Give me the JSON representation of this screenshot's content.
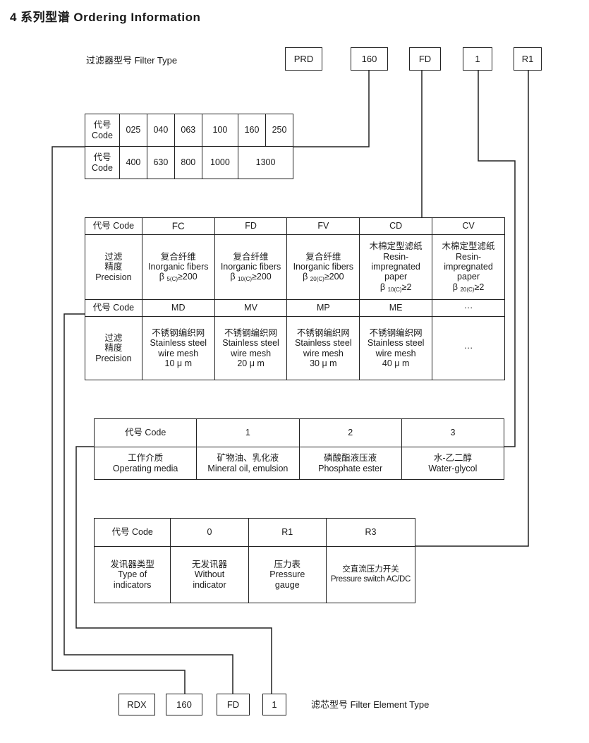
{
  "title": "4 系列型谱 Ordering Information",
  "filter_type_label": "过滤器型号 Filter Type",
  "filter_type_codes": [
    "PRD",
    "160",
    "FD",
    "1",
    "R1"
  ],
  "size_table": {
    "row1_header": [
      "代号",
      "Code"
    ],
    "row1": [
      "025",
      "040",
      "063",
      "100",
      "160",
      "250"
    ],
    "row2_header": [
      "代号",
      "Code"
    ],
    "row2": [
      "400",
      "630",
      "800",
      "1000",
      "1300"
    ]
  },
  "precision_table": {
    "code_header": "代号 Code",
    "precision_header": [
      "过滤",
      "精度",
      "Precision"
    ],
    "row1_codes": [
      "FC",
      "FD",
      "FV",
      "CD",
      "CV"
    ],
    "row1_desc": [
      {
        "cn": "复合纤维",
        "en": "Inorganic fibers",
        "beta": "β",
        "sub": "5(C)",
        "val": "≥200"
      },
      {
        "cn": "复合纤维",
        "en": "Inorganic fibers",
        "beta": "β",
        "sub": "10(C)",
        "val": "≥200"
      },
      {
        "cn": "复合纤维",
        "en": "Inorganic fibers",
        "beta": "β",
        "sub": "20(C)",
        "val": "≥200"
      },
      {
        "cn": "木棉定型滤纸",
        "en": "Resin-",
        "en2": "impregnated",
        "en3": "paper",
        "beta": "β",
        "sub": "10(C)",
        "val": "≥2"
      },
      {
        "cn": "木棉定型滤纸",
        "en": "Resin-",
        "en2": "impregnated",
        "en3": "paper",
        "beta": "β",
        "sub": "20(C)",
        "val": "≥2"
      }
    ],
    "row2_codes": [
      "MD",
      "MV",
      "MP",
      "ME",
      "···"
    ],
    "row2_desc": [
      {
        "cn": "不锈钢编织网",
        "en": "Stainless steel",
        "en2": "wire mesh",
        "val": "10 μ m"
      },
      {
        "cn": "不锈钢编织网",
        "en": "Stainless steel",
        "en2": "wire mesh",
        "val": "20 μ m"
      },
      {
        "cn": "不锈钢编织网",
        "en": "Stainless steel",
        "en2": "wire mesh",
        "val": "30 μ m"
      },
      {
        "cn": "不锈钢编织网",
        "en": "Stainless steel",
        "en2": "wire mesh",
        "val": "40 μ m"
      },
      {
        "cn": "···"
      }
    ]
  },
  "media_table": {
    "code_header": "代号  Code",
    "codes": [
      "1",
      "2",
      "3"
    ],
    "media_header": [
      "工作介质",
      "Operating media"
    ],
    "media": [
      {
        "cn": "矿物油、乳化液",
        "en": "Mineral oil, emulsion"
      },
      {
        "cn": "磷酸酯液压液",
        "en": "Phosphate ester"
      },
      {
        "cn": "水-乙二醇",
        "en": "Water-glycol"
      }
    ]
  },
  "indicator_table": {
    "code_header": "代号 Code",
    "codes": [
      "0",
      "R1",
      "R3"
    ],
    "type_header": [
      "发讯器类型",
      "Type of",
      "indicators"
    ],
    "types": [
      {
        "l1": "无发讯器",
        "l2": "Without",
        "l3": "indicator"
      },
      {
        "l1": "压力表",
        "l2": "Pressure",
        "l3": "gauge"
      },
      {
        "l1": "交直流压力开关",
        "l2": "Pressure switch AC/DC"
      }
    ]
  },
  "element_type_codes": [
    "RDX",
    "160",
    "FD",
    "1"
  ],
  "element_type_label": "滤芯型号 Filter Element Type"
}
